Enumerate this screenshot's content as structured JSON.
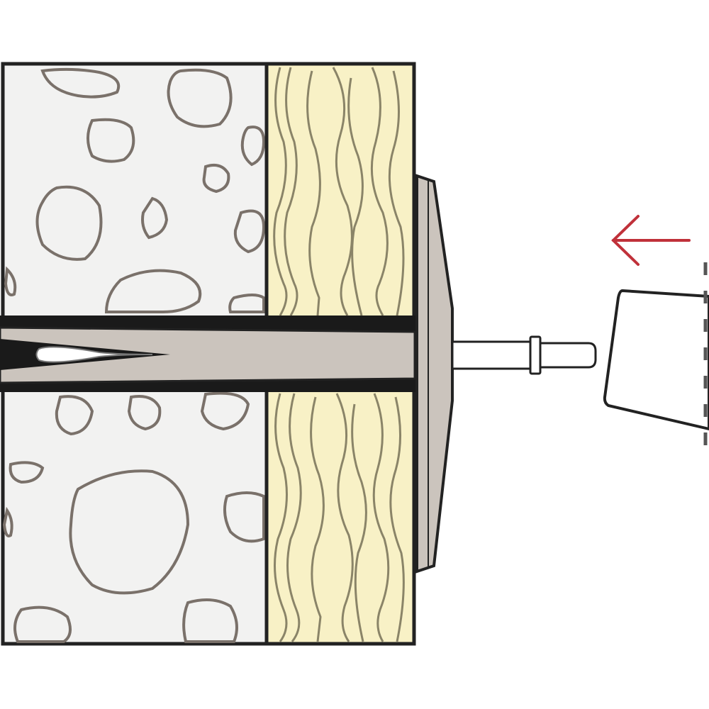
{
  "figure": {
    "kind": "installation-step-illustration",
    "description_visible_text": "",
    "layers": [
      {
        "id": "concrete-base",
        "material": "concrete",
        "fill": "#f2f2f1"
      },
      {
        "id": "insulation-board",
        "material": "mineral-wool",
        "fill": "#f8f1c6"
      }
    ],
    "components": [
      "insulation-anchor-plate",
      "anchor-sleeve",
      "expansion-pin",
      "setting-tool-cap"
    ],
    "direction_arrow": {
      "icon": "left-arrow-icon",
      "meaning": "push direction",
      "color": "#c0313a"
    }
  },
  "colors": {
    "outline": "#222222",
    "concrete": "#f2f2f1",
    "stone_outline": "#7a716a",
    "insulation": "#f8f1c6",
    "fiber_stroke": "#8a8468",
    "anchor_fill": "#cbc4bd",
    "pin_fill": "#ffffff",
    "arrow": "#c0313a"
  }
}
